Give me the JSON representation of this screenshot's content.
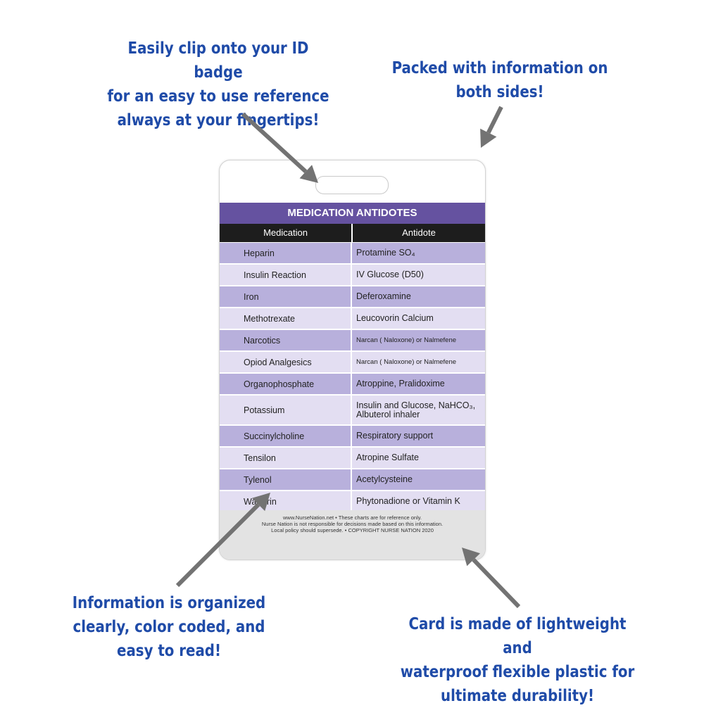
{
  "callouts": {
    "top_left": "Easily clip onto your ID badge\nfor an easy to use reference\nalways at your fingertips!",
    "top_right": "Packed with information on\nboth sides!",
    "bottom_left": "Information is organized\nclearly, color coded, and\neasy to read!",
    "bottom_right": "Card is made of lightweight and\nwaterproof flexible plastic for\nultimate durability!"
  },
  "card": {
    "title": "MEDICATION ANTIDOTES",
    "headers": {
      "medication": "Medication",
      "antidote": "Antidote"
    },
    "rows": [
      {
        "medication": "Heparin",
        "antidote": "Protamine SO₄",
        "shade": "dark"
      },
      {
        "medication": "Insulin Reaction",
        "antidote": "IV Glucose (D50)",
        "shade": "light"
      },
      {
        "medication": "Iron",
        "antidote": "Deferoxamine",
        "shade": "dark"
      },
      {
        "medication": "Methotrexate",
        "antidote": "Leucovorin Calcium",
        "shade": "light"
      },
      {
        "medication": "Narcotics",
        "antidote": "Narcan ( Naloxone) or Nalmefene",
        "shade": "dark",
        "small": true
      },
      {
        "medication": "Opiod Analgesics",
        "antidote": "Narcan ( Naloxone) or Nalmefene",
        "shade": "light",
        "small": true
      },
      {
        "medication": "Organophosphate",
        "antidote": "Atroppine,  Pralidoxime",
        "shade": "dark"
      },
      {
        "medication": "Potassium",
        "antidote": "Insulin and Glucose, NaHCO₃,\nAlbuterol inhaler",
        "shade": "light",
        "tall": true
      },
      {
        "medication": "Succinylcholine",
        "antidote": "Respiratory support",
        "shade": "dark"
      },
      {
        "medication": "Tensilon",
        "antidote": "Atropine Sulfate",
        "shade": "light"
      },
      {
        "medication": "Tylenol",
        "antidote": "Acetylcysteine",
        "shade": "dark"
      },
      {
        "medication": "Warfarin",
        "antidote": "Phytonadione or Vitamin K",
        "shade": "light"
      }
    ],
    "footer": [
      "www.NurseNation.net • These charts are for reference only.",
      "Nurse Nation is not responsible for decisions made based on this information.",
      "Local policy should supersede. • COPYRIGHT NURSE NATION 2020"
    ]
  },
  "colors": {
    "callout_text": "#1f4ba8",
    "title_bar": "#6552a0",
    "header_bar": "#1d1d1d",
    "row_dark": "#b8b0dc",
    "row_light": "#e3def2",
    "arrow": "#737373"
  }
}
